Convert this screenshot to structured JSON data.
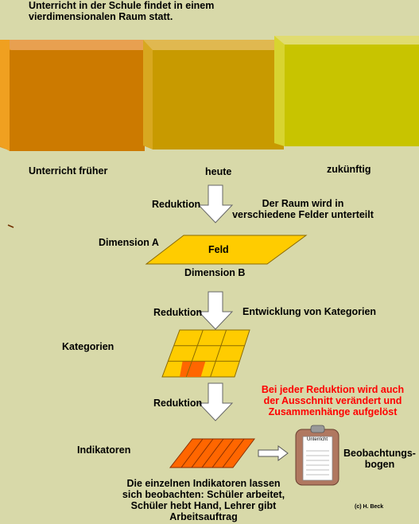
{
  "intro": {
    "line1": "Unterricht in der Schule findet in einem",
    "line2": "vierdimensionalen Raum statt."
  },
  "boxes": [
    {
      "label": "Unterricht früher",
      "color": "#cc7a00"
    },
    {
      "label": "heute",
      "color": "#c89a00"
    },
    {
      "label": "zukünftig",
      "color": "#c8c400"
    }
  ],
  "steps": {
    "reduction1": "Reduktion",
    "room_line1": "Der Raum wird in",
    "room_line2": "verschiedene Felder unterteilt",
    "dimension_a": "Dimension A",
    "field": "Feld",
    "dimension_b": "Dimension B",
    "reduction2": "Reduktion",
    "categories_dev": "Entwicklung von Kategorien",
    "categories": "Kategorien",
    "reduction3": "Reduktion",
    "indicators": "Indikatoren"
  },
  "note": {
    "line1": "Bei jeder Reduktion wird auch",
    "line2": "der Ausschnitt verändert und",
    "line3": "Zusammenhänge aufgelöst",
    "color": "#ff0000"
  },
  "clipboard": {
    "title": "Unterricht",
    "label_line1": "Beobachtungs-",
    "label_line2": "bogen"
  },
  "observation": {
    "line1": "Die einzelnen Indikatoren lassen",
    "line2": "sich beobachten: Schüler arbeitet,",
    "line3": "Schüler hebt  Hand, Lehrer gibt",
    "line4": "Arbeitsauftrag"
  },
  "credit": "(c) H. Beck",
  "colors": {
    "background": "#d8d9a9",
    "field": "#ffcc00",
    "highlight": "#ff6600"
  }
}
